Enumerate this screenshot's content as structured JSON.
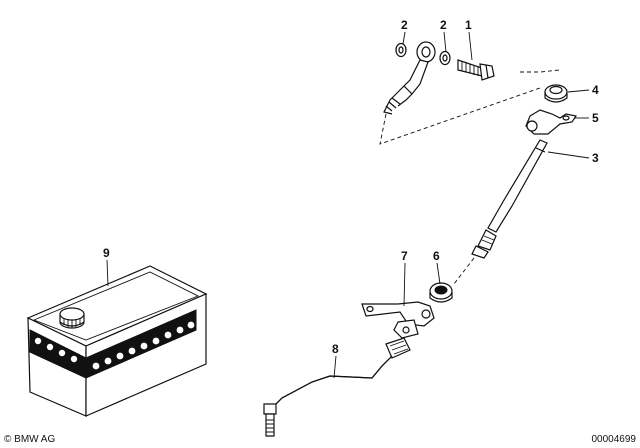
{
  "callouts": [
    {
      "id": "c1",
      "label": "1"
    },
    {
      "id": "c2a",
      "label": "2"
    },
    {
      "id": "c2b",
      "label": "2"
    },
    {
      "id": "c3",
      "label": "3"
    },
    {
      "id": "c4",
      "label": "4"
    },
    {
      "id": "c5",
      "label": "5"
    },
    {
      "id": "c6",
      "label": "6"
    },
    {
      "id": "c7",
      "label": "7"
    },
    {
      "id": "c8",
      "label": "8"
    },
    {
      "id": "c9",
      "label": "9"
    }
  ],
  "footer": {
    "copyright": "© BMW AG",
    "diagram_number": "00004699"
  }
}
